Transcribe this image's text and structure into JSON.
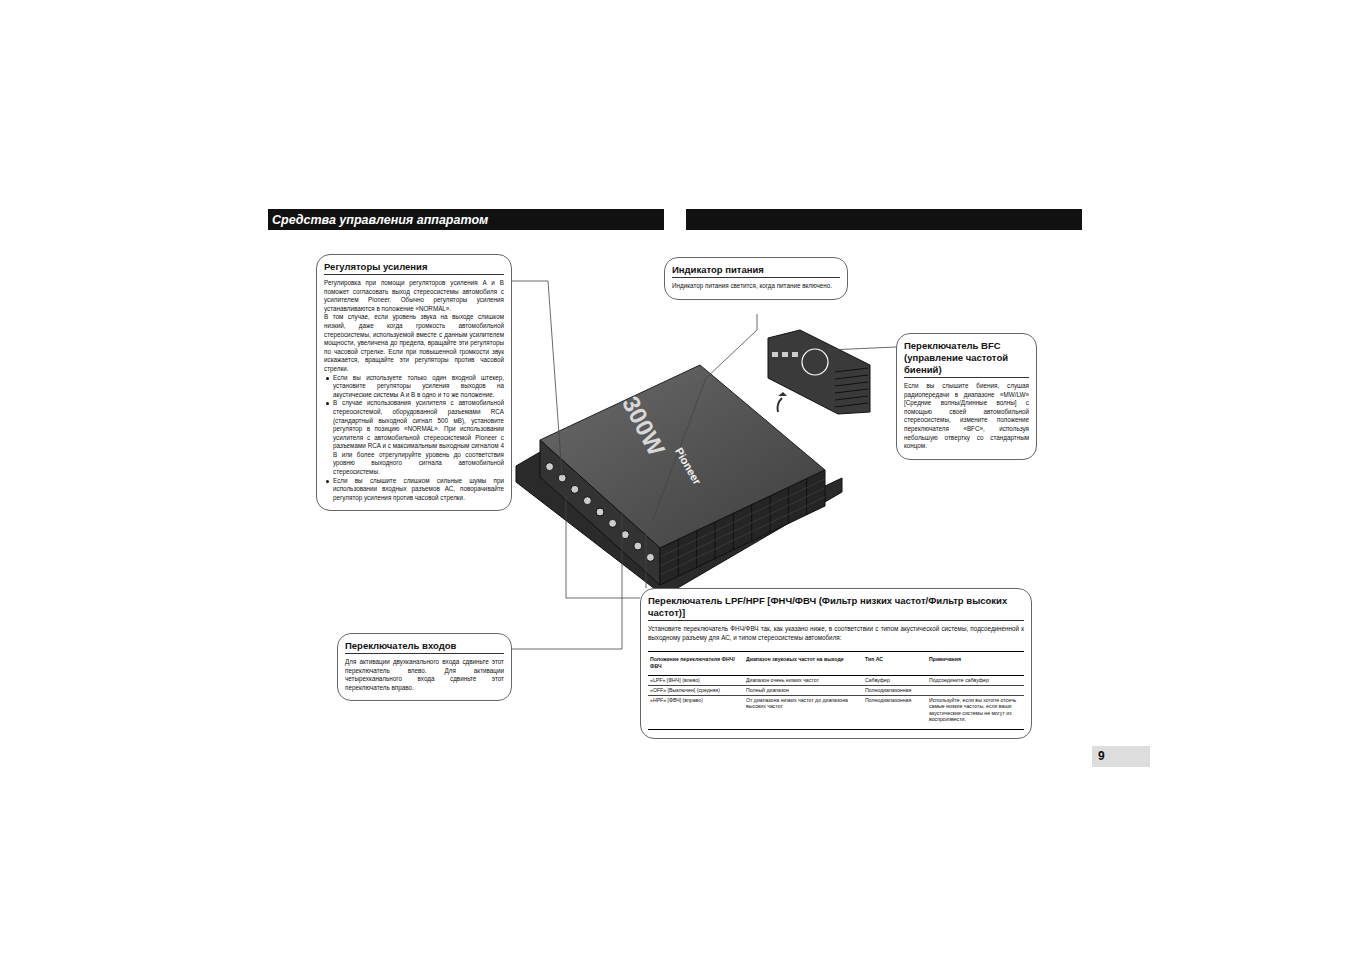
{
  "diagram": {
    "title": "Средства управления аппаратом",
    "nodes": [
      {
        "text": [
          "Регуляторы усиления",
          "Регулировка при помощи регуляторов усиления A и B поможет согласовать выход стереосистемы автомобиля с усилителем Pioneer. Обычно регуляторы усиления устанавливаются в положение «NORMAL».",
          "В том случае, если уровень звука на выходе слишком низкий, даже когда громкость автомобильной стереосистемы, используемой вместе с данным усилителем мощности, увеличена до предела, вращайте эти регуляторы по часовой стрелке. Если при повышенной громкости звук искажается, вращайте эти регуляторы против часовой стрелки.",
          "Если вы используете только один входной штекер, установите регуляторы усиления выходов на акустические системы A и B в одно и то же положение.",
          "В случае использования усилителя с автомобильной стереосистемой, оборудованной разъемами RCA (стандартный выходной сигнал 500 мВ), установите регулятор в позицию «NORMAL». При использовании усилителя с автомобильной стереосистемой Pioneer с разъемами RCA и с максимальным выходным сигналом 4 В или более отрегулируйте уровень до соответствия уровню выходного сигнала автомобильной стереосистемы.",
          "Если вы слышите слишком сильные шумы при использовании входных разъемов АС, поворачивайте регулятор усиления против часовой стрелки."
        ]
      },
      {
        "text": [
          "Индикатор питания",
          "Индикатор питания светится, когда питание включено."
        ]
      },
      {
        "text": [
          "Переключатель BFC (управление частотой биений)",
          "Если вы слышите биения, слушая радиопередачи в диапазоне «MW/LW» [Средние волны/Длинные волны] с помощью своей автомобильной стереосистемы, измените положение переключателя «BFC», используя небольшую отвертку со стандартным концом."
        ]
      },
      {
        "text": [
          "Переключатель LPF/HPF [ФНЧ/ФВЧ (Фильтр низких частот/Фильтр высоких частот)]",
          "Установите переключатель ФНЧ/ФВЧ так, как указано ниже, в соответствии с типом акустической системы, подсоединенной к выходному разъему для АС, и типом стереосистемы автомобиля:"
        ]
      },
      {
        "text": [
          "Переключатель входов",
          "Для активации двухканального входа сдвиньте этот переключатель влево. Для активации четырехканального входа сдвиньте этот переключатель вправо."
        ]
      }
    ],
    "labels": [
      "300W",
      "Pioneer",
      "Положение переключателя ФНЧ/ФВЧ",
      "Диапазон звуковых частот на выходе",
      "Тип АС",
      "Примечания",
      "«LPF» [ФНЧ] (влево)",
      "Диапазон очень низких частот",
      "Сабвуфер",
      "Подсоедините сабвуфер",
      "«OFF» [Выключен] (средняя)",
      "Полный диапазон",
      "Полнодиапазонная",
      "«HPF» [ФВЧ] (вправо)",
      "От диапазона низких частот до диапазона высоких частот",
      "Полнодиапазонная",
      "Используйте, если вы хотите отсечь самые низкие частоты, если ваши акустические системы не могут их воспроизвести.",
      "9"
    ]
  }
}
